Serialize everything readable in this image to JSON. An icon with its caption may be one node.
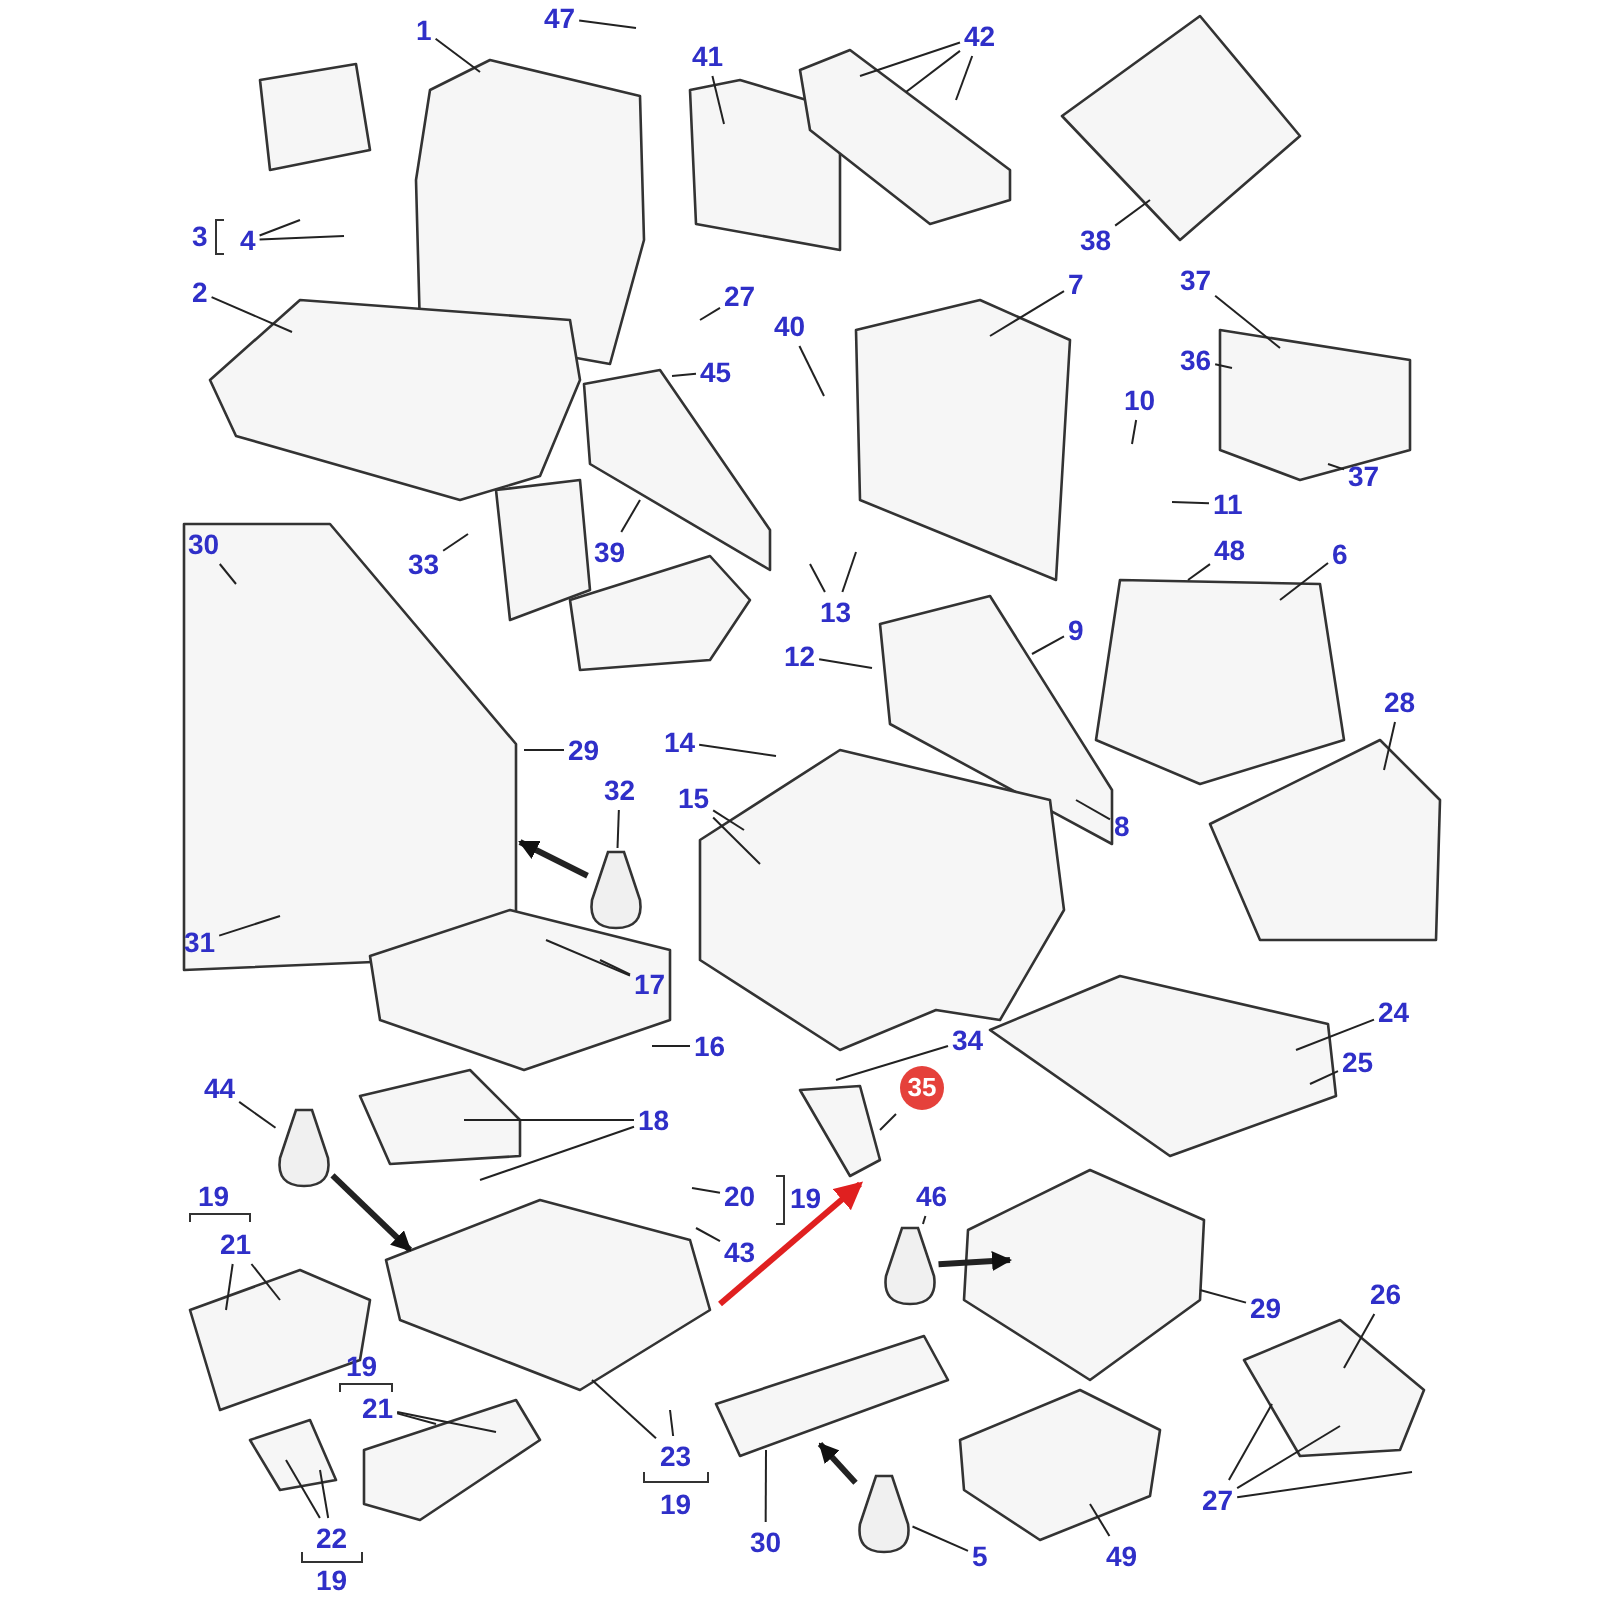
{
  "diagram": {
    "nodes": [
      {
        "text": [
          "1"
        ]
      },
      {
        "text": [
          "47"
        ]
      },
      {
        "text": [
          "41"
        ]
      },
      {
        "text": [
          "42"
        ]
      },
      {
        "text": [
          "3"
        ]
      },
      {
        "text": [
          "4"
        ]
      },
      {
        "text": [
          "2"
        ]
      },
      {
        "text": [
          "38"
        ]
      },
      {
        "text": [
          "7"
        ]
      },
      {
        "text": [
          "37"
        ]
      },
      {
        "text": [
          "27"
        ]
      },
      {
        "text": [
          "40"
        ]
      },
      {
        "text": [
          "36"
        ]
      },
      {
        "text": [
          "45"
        ]
      },
      {
        "text": [
          "10"
        ]
      },
      {
        "text": [
          "37"
        ]
      },
      {
        "text": [
          "11"
        ]
      },
      {
        "text": [
          "30"
        ]
      },
      {
        "text": [
          "33"
        ]
      },
      {
        "text": [
          "39"
        ]
      },
      {
        "text": [
          "48"
        ]
      },
      {
        "text": [
          "6"
        ]
      },
      {
        "text": [
          "13"
        ]
      },
      {
        "text": [
          "9"
        ]
      },
      {
        "text": [
          "12"
        ]
      },
      {
        "text": [
          "28"
        ]
      },
      {
        "text": [
          "29"
        ]
      },
      {
        "text": [
          "14"
        ]
      },
      {
        "text": [
          "32"
        ]
      },
      {
        "text": [
          "15"
        ]
      },
      {
        "text": [
          "8"
        ]
      },
      {
        "text": [
          "31"
        ]
      },
      {
        "text": [
          "17"
        ]
      },
      {
        "text": [
          "24"
        ]
      },
      {
        "text": [
          "16"
        ]
      },
      {
        "text": [
          "25"
        ]
      },
      {
        "text": [
          "34"
        ]
      },
      {
        "text": [
          "35"
        ]
      },
      {
        "text": [
          "44"
        ]
      },
      {
        "text": [
          "18"
        ]
      },
      {
        "text": [
          "20"
        ]
      },
      {
        "text": [
          "19"
        ]
      },
      {
        "text": [
          "46"
        ]
      },
      {
        "text": [
          "19"
        ]
      },
      {
        "text": [
          "43"
        ]
      },
      {
        "text": [
          "21"
        ]
      },
      {
        "text": [
          "29"
        ]
      },
      {
        "text": [
          "26"
        ]
      },
      {
        "text": [
          "19"
        ]
      },
      {
        "text": [
          "21"
        ]
      },
      {
        "text": [
          "23"
        ]
      },
      {
        "text": [
          "19"
        ]
      },
      {
        "text": [
          "22"
        ]
      },
      {
        "text": [
          "19"
        ]
      },
      {
        "text": [
          "30"
        ]
      },
      {
        "text": [
          "5"
        ]
      },
      {
        "text": [
          "49"
        ]
      },
      {
        "text": [
          "27"
        ]
      },
      {
        "text": [],
        "shape": "picture"
      },
      {
        "text": [],
        "shape": "picture"
      },
      {
        "text": [],
        "shape": "picture"
      },
      {
        "text": [],
        "shape": "picture"
      }
    ],
    "edges": [
      {
        "from": 0,
        "to": null,
        "arrow": "none"
      },
      {
        "from": 1,
        "to": null,
        "arrow": "none"
      },
      {
        "from": 2,
        "to": null,
        "arrow": "none"
      },
      {
        "from": 3,
        "to": null,
        "arrow": "none"
      },
      {
        "from": 3,
        "to": null,
        "arrow": "none"
      },
      {
        "from": 3,
        "to": null,
        "arrow": "none"
      },
      {
        "from": 5,
        "to": null,
        "arrow": "none"
      },
      {
        "from": 5,
        "to": null,
        "arrow": "none"
      },
      {
        "from": 6,
        "to": null,
        "arrow": "none"
      },
      {
        "from": 7,
        "to": null,
        "arrow": "none"
      },
      {
        "from": 8,
        "to": null,
        "arrow": "none"
      },
      {
        "from": 9,
        "to": null,
        "arrow": "none"
      },
      {
        "from": 10,
        "to": null,
        "arrow": "none"
      },
      {
        "from": 11,
        "to": null,
        "arrow": "none"
      },
      {
        "from": 12,
        "to": null,
        "arrow": "none"
      },
      {
        "from": 13,
        "to": null,
        "arrow": "none"
      },
      {
        "from": 14,
        "to": null,
        "arrow": "none"
      },
      {
        "from": 15,
        "to": null,
        "arrow": "none"
      },
      {
        "from": 16,
        "to": null,
        "arrow": "none"
      },
      {
        "from": 17,
        "to": null,
        "arrow": "none"
      },
      {
        "from": 18,
        "to": null,
        "arrow": "none"
      },
      {
        "from": 19,
        "to": null,
        "arrow": "none"
      },
      {
        "from": 20,
        "to": null,
        "arrow": "none"
      },
      {
        "from": 21,
        "to": null,
        "arrow": "none"
      },
      {
        "from": 22,
        "to": null,
        "arrow": "none"
      },
      {
        "from": 22,
        "to": null,
        "arrow": "none"
      },
      {
        "from": 23,
        "to": null,
        "arrow": "none"
      },
      {
        "from": 24,
        "to": null,
        "arrow": "none"
      },
      {
        "from": 25,
        "to": null,
        "arrow": "none"
      },
      {
        "from": 26,
        "to": null,
        "arrow": "none"
      },
      {
        "from": 27,
        "to": null,
        "arrow": "none"
      },
      {
        "from": 28,
        "to": 58,
        "arrow": "none"
      },
      {
        "from": 29,
        "to": null,
        "arrow": "none"
      },
      {
        "from": 29,
        "to": null,
        "arrow": "none"
      },
      {
        "from": 30,
        "to": null,
        "arrow": "none"
      },
      {
        "from": 31,
        "to": null,
        "arrow": "none"
      },
      {
        "from": 32,
        "to": null,
        "arrow": "none"
      },
      {
        "from": 32,
        "to": null,
        "arrow": "none"
      },
      {
        "from": 33,
        "to": null,
        "arrow": "none"
      },
      {
        "from": 34,
        "to": null,
        "arrow": "none"
      },
      {
        "from": 35,
        "to": null,
        "arrow": "none"
      },
      {
        "from": 36,
        "to": null,
        "arrow": "none"
      },
      {
        "from": 37,
        "to": null,
        "arrow": "none"
      },
      {
        "from": 38,
        "to": 59,
        "arrow": "none"
      },
      {
        "from": 39,
        "to": null,
        "arrow": "none"
      },
      {
        "from": 39,
        "to": null,
        "arrow": "none"
      },
      {
        "from": 40,
        "to": null,
        "arrow": "none"
      },
      {
        "from": 42,
        "to": 60,
        "arrow": "none"
      },
      {
        "from": 44,
        "to": null,
        "arrow": "none"
      },
      {
        "from": 45,
        "to": null,
        "arrow": "none"
      },
      {
        "from": 45,
        "to": null,
        "arrow": "none"
      },
      {
        "from": 46,
        "to": null,
        "arrow": "none"
      },
      {
        "from": 47,
        "to": null,
        "arrow": "none"
      },
      {
        "from": 49,
        "to": null,
        "arrow": "none"
      },
      {
        "from": 49,
        "to": null,
        "arrow": "none"
      },
      {
        "from": 50,
        "to": null,
        "arrow": "none"
      },
      {
        "from": 50,
        "to": null,
        "arrow": "none"
      },
      {
        "from": 52,
        "to": null,
        "arrow": "none"
      },
      {
        "from": 52,
        "to": null,
        "arrow": "none"
      },
      {
        "from": 54,
        "to": null,
        "arrow": "none"
      },
      {
        "from": 55,
        "to": 61,
        "arrow": "none"
      },
      {
        "from": 56,
        "to": null,
        "arrow": "none"
      },
      {
        "from": 57,
        "to": null,
        "arrow": "none"
      },
      {
        "from": 57,
        "to": null,
        "arrow": "none"
      },
      {
        "from": 57,
        "to": null,
        "arrow": "none"
      },
      {
        "from": 58,
        "to": null,
        "arrow": "to",
        "style": "thick"
      },
      {
        "from": 59,
        "to": null,
        "arrow": "to",
        "style": "thick"
      },
      {
        "from": 60,
        "to": null,
        "arrow": "to",
        "style": "thick"
      },
      {
        "from": 61,
        "to": null,
        "arrow": "to",
        "style": "thick"
      }
    ]
  }
}
